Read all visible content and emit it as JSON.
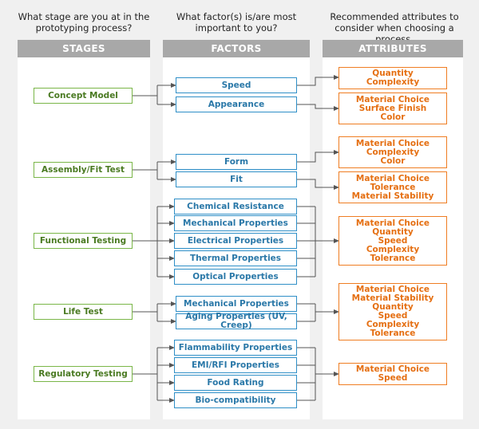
{
  "questions": {
    "stage": [
      "What stage are you at in the",
      "prototyping process?"
    ],
    "factor": [
      "What factor(s) is/are most",
      "important to you?"
    ],
    "attribute": [
      "Recommended attributes to",
      "consider when choosing a process."
    ]
  },
  "headers": {
    "stages": "STAGES",
    "factors": "FACTORS",
    "attributes": "ATTRIBUTES"
  },
  "stages": [
    "Concept Model",
    "Assembly/Fit Test",
    "Functional Testing",
    "Life Test",
    "Regulatory Testing"
  ],
  "factors": [
    "Speed",
    "Appearance",
    "Form",
    "Fit",
    "Chemical Resistance",
    "Mechanical Properties",
    "Electrical Properties",
    "Thermal Properties",
    "Optical Properties",
    "Mechanical Properties",
    "Aging Properties (UV, Creep)",
    "Flammability Properties",
    "EMI/RFI Properties",
    "Food Rating",
    "Bio-compatibility"
  ],
  "attributes": [
    [
      "Quantity",
      "Complexity"
    ],
    [
      "Material Choice",
      "Surface Finish",
      "Color"
    ],
    [
      "Material Choice",
      "Complexity",
      "Color"
    ],
    [
      "Material Choice",
      "Tolerance",
      "Material Stability"
    ],
    [
      "Material Choice",
      "Quantity",
      "Speed",
      "Complexity",
      "Tolerance"
    ],
    [
      "Material Choice",
      "Material Stability",
      "Quantity",
      "Speed",
      "Complexity",
      "Tolerance"
    ],
    [
      "Material Choice",
      "Speed"
    ]
  ],
  "colors": {
    "stage": "#7ab648",
    "factor": "#2f8fc7",
    "attribute": "#ef7d22",
    "header": "#a8a8a8",
    "connector": "#555555"
  }
}
